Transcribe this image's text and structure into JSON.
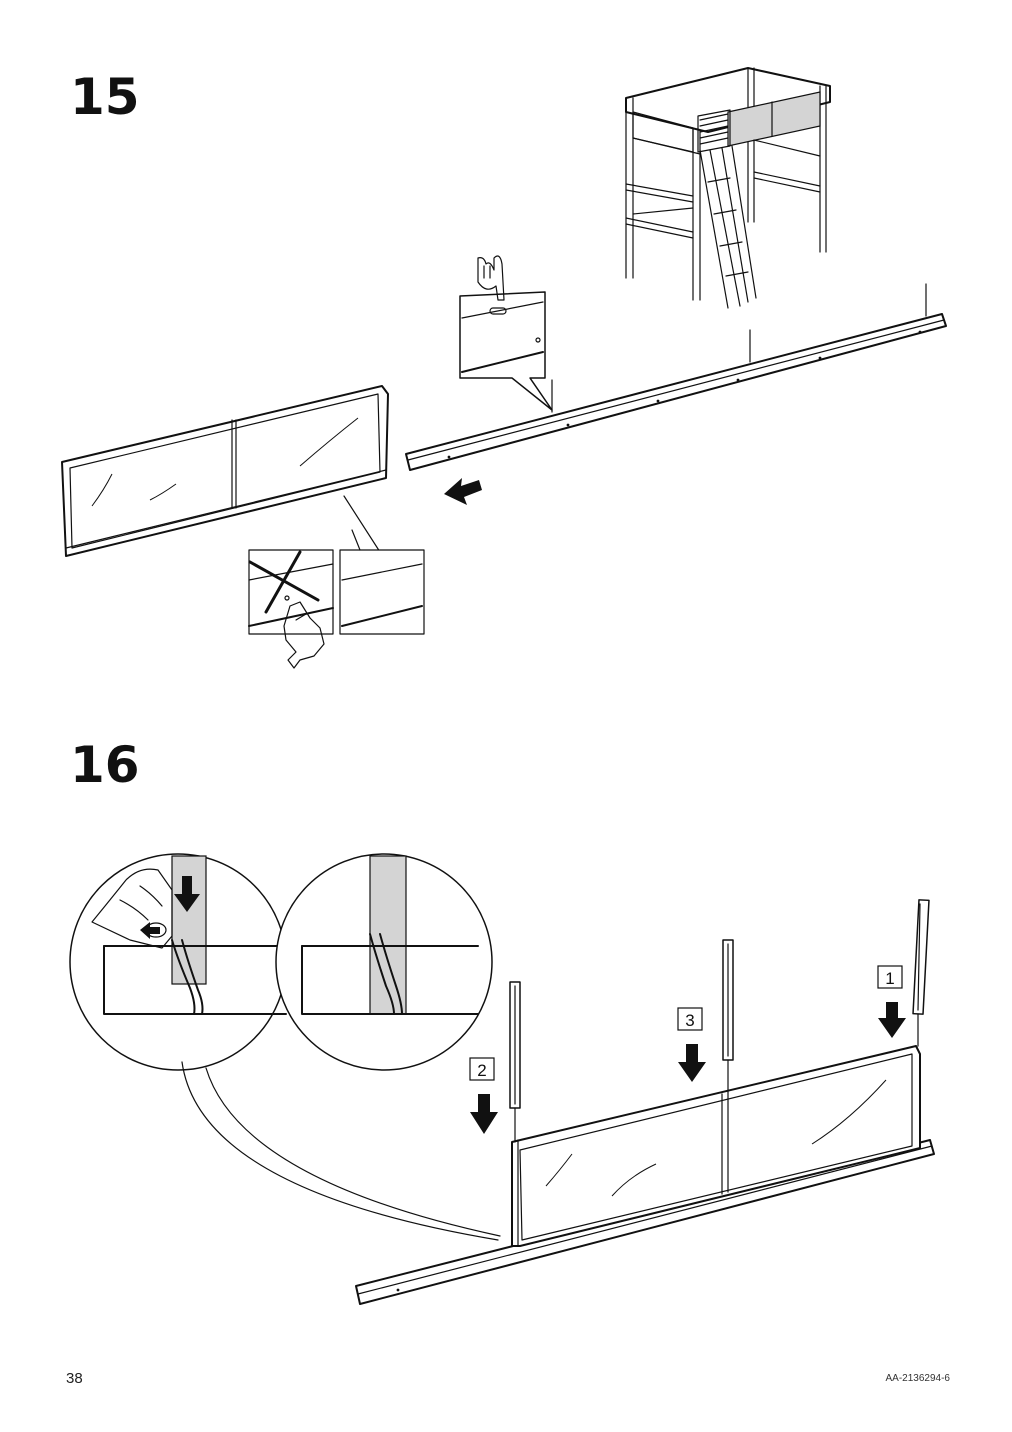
{
  "steps": [
    {
      "number": "15"
    },
    {
      "number": "16"
    }
  ],
  "step16_order_badges": [
    "1",
    "2",
    "3"
  ],
  "footer": {
    "page_number": "38",
    "document_code": "AA-2136294-6"
  }
}
